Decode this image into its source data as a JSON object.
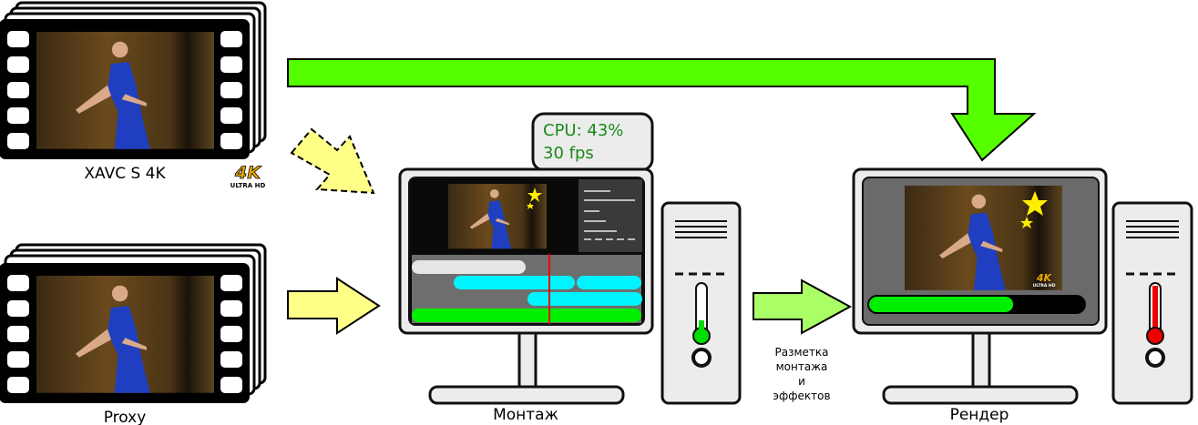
{
  "sources": {
    "original_label": "XAVC S 4K",
    "proxy_label": "Proxy",
    "badge_4k": "4K",
    "badge_ultra_hd": "ULTRA HD"
  },
  "edit_station": {
    "label": "Монтаж",
    "cpu_text": "CPU: 43%",
    "fps_text": "30 fps"
  },
  "transfer": {
    "lines": [
      "Разметка",
      "монтажа",
      "и",
      "эффектов"
    ]
  },
  "render_station": {
    "label": "Рендер",
    "progress": 0.67,
    "badge_4k": "4K",
    "badge_ultra_hd": "ULTRA HD"
  },
  "colors": {
    "green_arrow": "#55ff00",
    "yellow_arrow": "#ffff88",
    "light_green_arrow": "#aaff66",
    "cpu_text": "#1a8a1a",
    "clip_cyan": "#00f4ff",
    "clip_green": "#00ee00",
    "playhead": "#ee0000"
  }
}
